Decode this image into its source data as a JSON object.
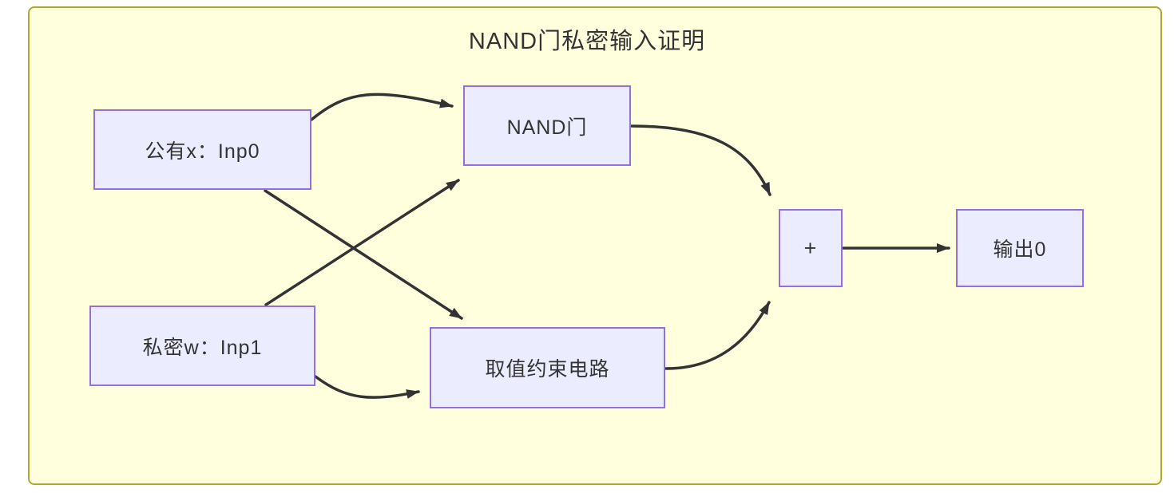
{
  "diagram": {
    "title": "NAND门私密输入证明",
    "colors": {
      "canvas_fill": "#ffffde",
      "canvas_border": "#aaaa33",
      "node_fill": "#ECECFF",
      "node_border": "#9370DB",
      "edge_color": "#333333",
      "text_color": "#333333"
    },
    "nodes": [
      {
        "id": "inp0",
        "label": "公有x：Inp0"
      },
      {
        "id": "inp1",
        "label": "私密w：Inp1"
      },
      {
        "id": "nand",
        "label": "NAND门"
      },
      {
        "id": "constraint",
        "label": "取值约束电路"
      },
      {
        "id": "plus",
        "label": "+"
      },
      {
        "id": "out0",
        "label": "输出0"
      }
    ],
    "edges": [
      {
        "from": "inp0",
        "to": "nand"
      },
      {
        "from": "inp0",
        "to": "constraint"
      },
      {
        "from": "inp1",
        "to": "nand"
      },
      {
        "from": "inp1",
        "to": "constraint"
      },
      {
        "from": "nand",
        "to": "plus"
      },
      {
        "from": "constraint",
        "to": "plus"
      },
      {
        "from": "plus",
        "to": "out0"
      }
    ]
  }
}
